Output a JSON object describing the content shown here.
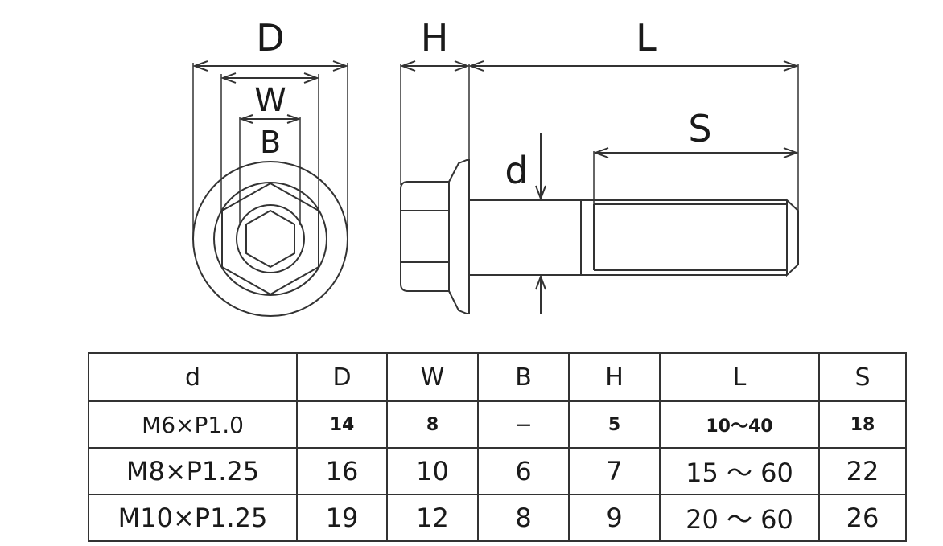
{
  "diagram": {
    "labels": {
      "D": "D",
      "W": "W",
      "B": "B",
      "H": "H",
      "L": "L",
      "S": "S",
      "d": "d"
    }
  },
  "table": {
    "headers": [
      "d",
      "D",
      "W",
      "B",
      "H",
      "L",
      "S"
    ],
    "rows": [
      [
        "M6×P1.0",
        "14",
        "8",
        "－",
        "5",
        "10～40",
        "18"
      ],
      [
        "M8×P1.25",
        "16",
        "10",
        "6",
        "7",
        "15 ～ 60",
        "22"
      ],
      [
        "M10×P1.25",
        "19",
        "12",
        "8",
        "9",
        "20 ～ 60",
        "26"
      ]
    ]
  }
}
